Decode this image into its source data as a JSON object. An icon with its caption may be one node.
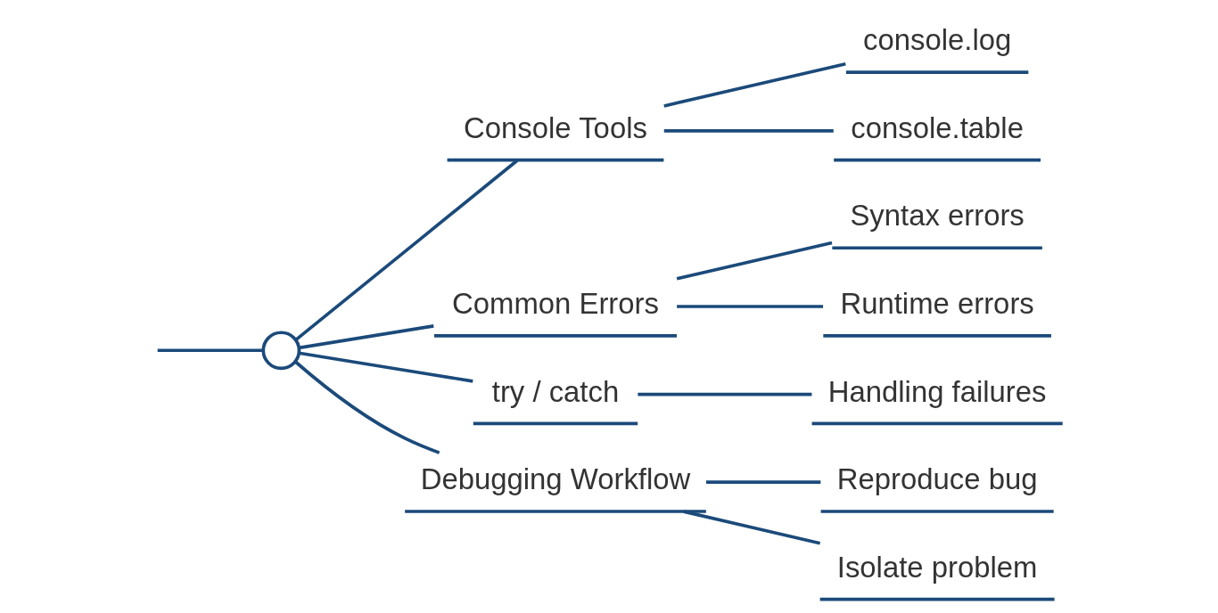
{
  "diagram": {
    "nodes": [
      {
        "text": [],
        "shape": "circle"
      },
      {
        "text": [
          "Console Tools"
        ]
      },
      {
        "text": [
          "console.log"
        ]
      },
      {
        "text": [
          "console.table"
        ]
      },
      {
        "text": [
          "Common Errors"
        ]
      },
      {
        "text": [
          "Syntax errors"
        ]
      },
      {
        "text": [
          "Runtime errors"
        ]
      },
      {
        "text": [
          "try / catch"
        ]
      },
      {
        "text": [
          "Handling failures"
        ]
      },
      {
        "text": [
          "Debugging Workflow"
        ]
      },
      {
        "text": [
          "Reproduce bug"
        ]
      },
      {
        "text": [
          "Isolate problem"
        ]
      }
    ],
    "edges": [
      {
        "from": null,
        "to": 0,
        "arrow": "none"
      },
      {
        "from": 0,
        "to": 1,
        "arrow": "none"
      },
      {
        "from": 0,
        "to": 4,
        "arrow": "none"
      },
      {
        "from": 0,
        "to": 7,
        "arrow": "none"
      },
      {
        "from": 0,
        "to": 9,
        "arrow": "none"
      },
      {
        "from": 1,
        "to": 2,
        "arrow": "none"
      },
      {
        "from": 1,
        "to": 3,
        "arrow": "none"
      },
      {
        "from": 4,
        "to": 5,
        "arrow": "none"
      },
      {
        "from": 4,
        "to": 6,
        "arrow": "none"
      },
      {
        "from": 7,
        "to": 8,
        "arrow": "none"
      },
      {
        "from": 9,
        "to": 10,
        "arrow": "none"
      },
      {
        "from": 9,
        "to": 11,
        "arrow": "none"
      }
    ]
  }
}
